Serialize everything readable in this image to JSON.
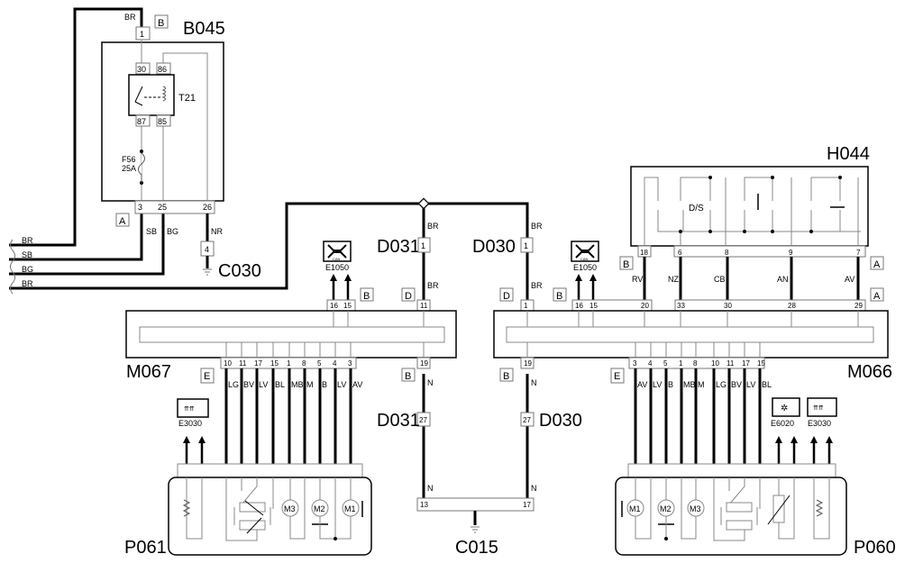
{
  "components": {
    "B045": {
      "label": "B045",
      "relay": "T21",
      "fuse": "F56",
      "fuse_rating": "25A",
      "pins_top": [
        "1"
      ],
      "relay_pins": [
        "30",
        "86",
        "87",
        "85"
      ],
      "pins_bottom": [
        "3",
        "25",
        "26"
      ],
      "conn_top": "B",
      "conn_bottom": "A"
    },
    "C030": {
      "label": "C030",
      "pin": "4"
    },
    "C015": {
      "label": "C015",
      "pins": [
        "13",
        "17"
      ]
    },
    "D031": {
      "label": "D031",
      "pin_top": "1",
      "pin_bottom": "27"
    },
    "D030": {
      "label": "D030",
      "pin_top": "1",
      "pin_bottom": "27"
    },
    "H044": {
      "label": "H044",
      "center_text": "D/S",
      "pins": [
        "18",
        "6",
        "8",
        "9",
        "7"
      ],
      "conn": "B",
      "conn2": "A"
    },
    "M067": {
      "label": "M067",
      "top_pins": [
        "16",
        "15",
        "11"
      ],
      "bottom_pins": [
        "10",
        "11",
        "17",
        "15",
        "1",
        "8",
        "5",
        "4",
        "3",
        "19"
      ],
      "conn_top_left": "B",
      "conn_top_right": "D",
      "conn_bottom_left": "E",
      "conn_bottom_right": "B"
    },
    "M066": {
      "label": "M066",
      "top_pins": [
        "16",
        "15",
        "20",
        "33",
        "30",
        "28",
        "29"
      ],
      "bottom_pins": [
        "3",
        "4",
        "5",
        "1",
        "8",
        "10",
        "11",
        "17",
        "15",
        "19"
      ],
      "conn_top_left": "D",
      "conn_top_b": "B",
      "conn_top_right": "A",
      "conn_bottom_left": "E",
      "conn_bottom_b": "B"
    },
    "P061": {
      "label": "P061",
      "motors": [
        "M3",
        "M2",
        "M1"
      ]
    },
    "P060": {
      "label": "P060",
      "motors": [
        "M1",
        "M2",
        "M3"
      ]
    },
    "E1050_left": {
      "label": "E1050",
      "icon_text": "CAN"
    },
    "E1050_right": {
      "label": "E1050",
      "icon_text": "CAN"
    },
    "E3030_left": {
      "label": "E3030"
    },
    "E3030_right": {
      "label": "E3030"
    },
    "E6020": {
      "label": "E6020"
    }
  },
  "wires": {
    "left_bus": [
      "BR",
      "SB",
      "BG",
      "BR"
    ],
    "b045_top": "BR",
    "b045_bottom": [
      "SB",
      "BG",
      "NR"
    ],
    "d031": [
      "BR",
      "BR",
      "N",
      "N"
    ],
    "d030": [
      "BR",
      "BR",
      "N",
      "N"
    ],
    "m067_bottom": [
      "LG",
      "BV",
      "LV",
      "BL",
      "MB",
      "M",
      "B",
      "LV",
      "AV"
    ],
    "m066_bottom": [
      "AV",
      "LV",
      "B",
      "MB",
      "M",
      "LG",
      "BV",
      "LV",
      "BL"
    ],
    "h044": [
      "RV",
      "NZ",
      "CB",
      "AN",
      "AV"
    ]
  }
}
